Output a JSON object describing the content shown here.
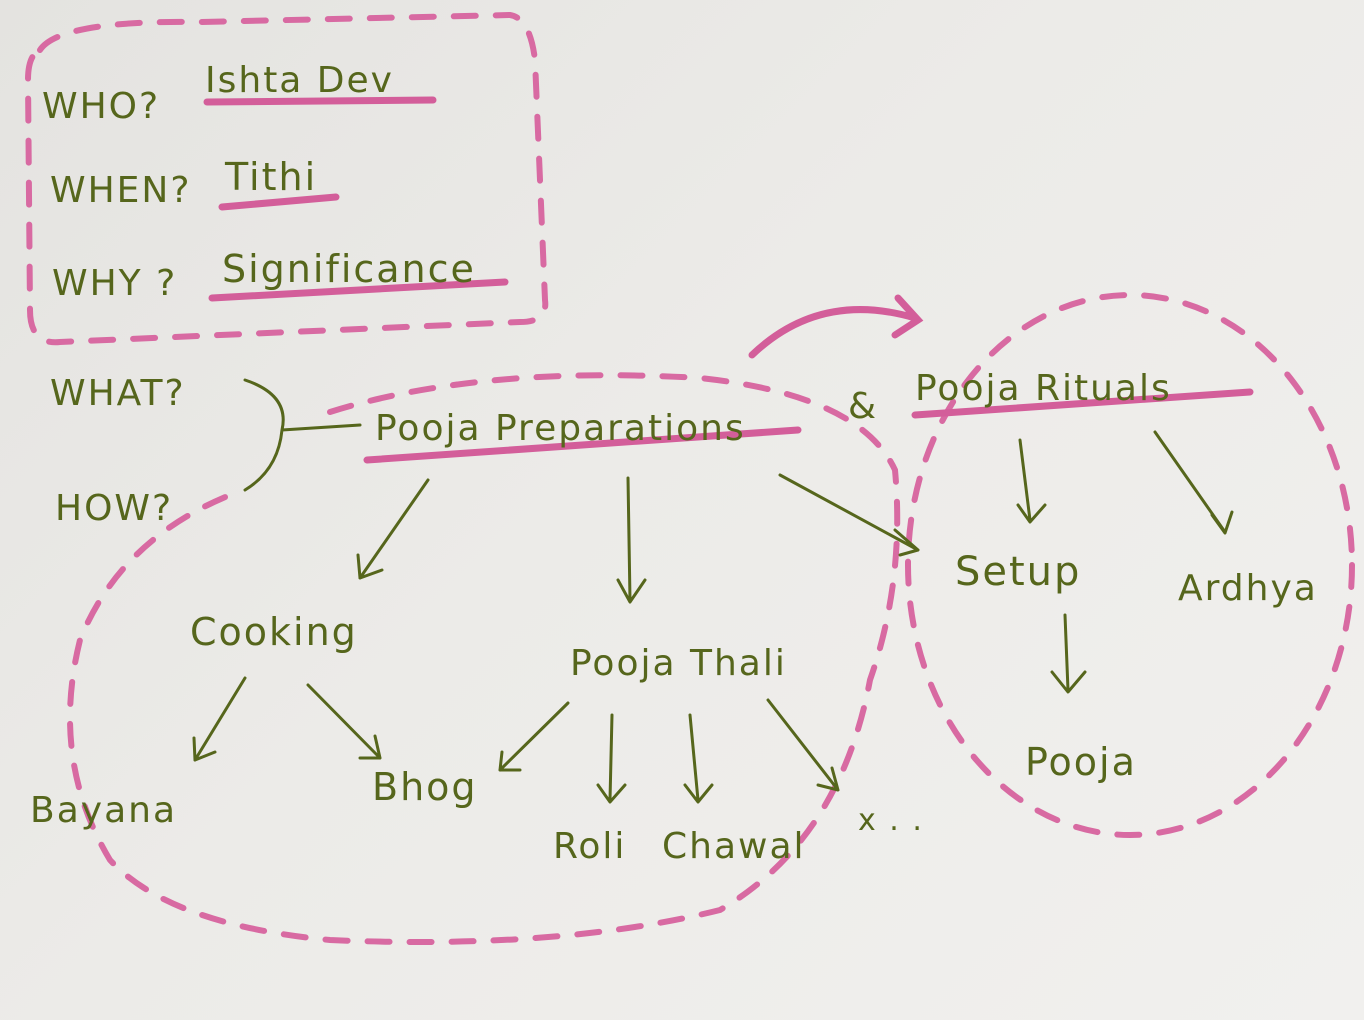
{
  "colors": {
    "ink": "#56661c",
    "highlight": "#d35e9a",
    "paper": "#ebeae7"
  },
  "questions": {
    "who": {
      "label": "WHO?",
      "answer": "Ishta Dev"
    },
    "when": {
      "label": "WHEN?",
      "answer": "Tithi"
    },
    "why": {
      "label": "WHY ?",
      "answer": "Significance"
    },
    "what": {
      "label": "WHAT?"
    },
    "how": {
      "label": "HOW?"
    }
  },
  "main": {
    "preparations": "Pooja Preparations",
    "ampersand": "&",
    "rituals": "Pooja Rituals"
  },
  "preparations": {
    "cooking": {
      "label": "Cooking",
      "children": [
        "Bayana",
        "Bhog"
      ]
    },
    "thali": {
      "label": "Pooja Thali",
      "children": [
        "Roli",
        "Chawal",
        "x . ."
      ]
    }
  },
  "rituals": {
    "setup": "Setup",
    "ardhya": "Ardhya",
    "pooja": "Pooja"
  }
}
